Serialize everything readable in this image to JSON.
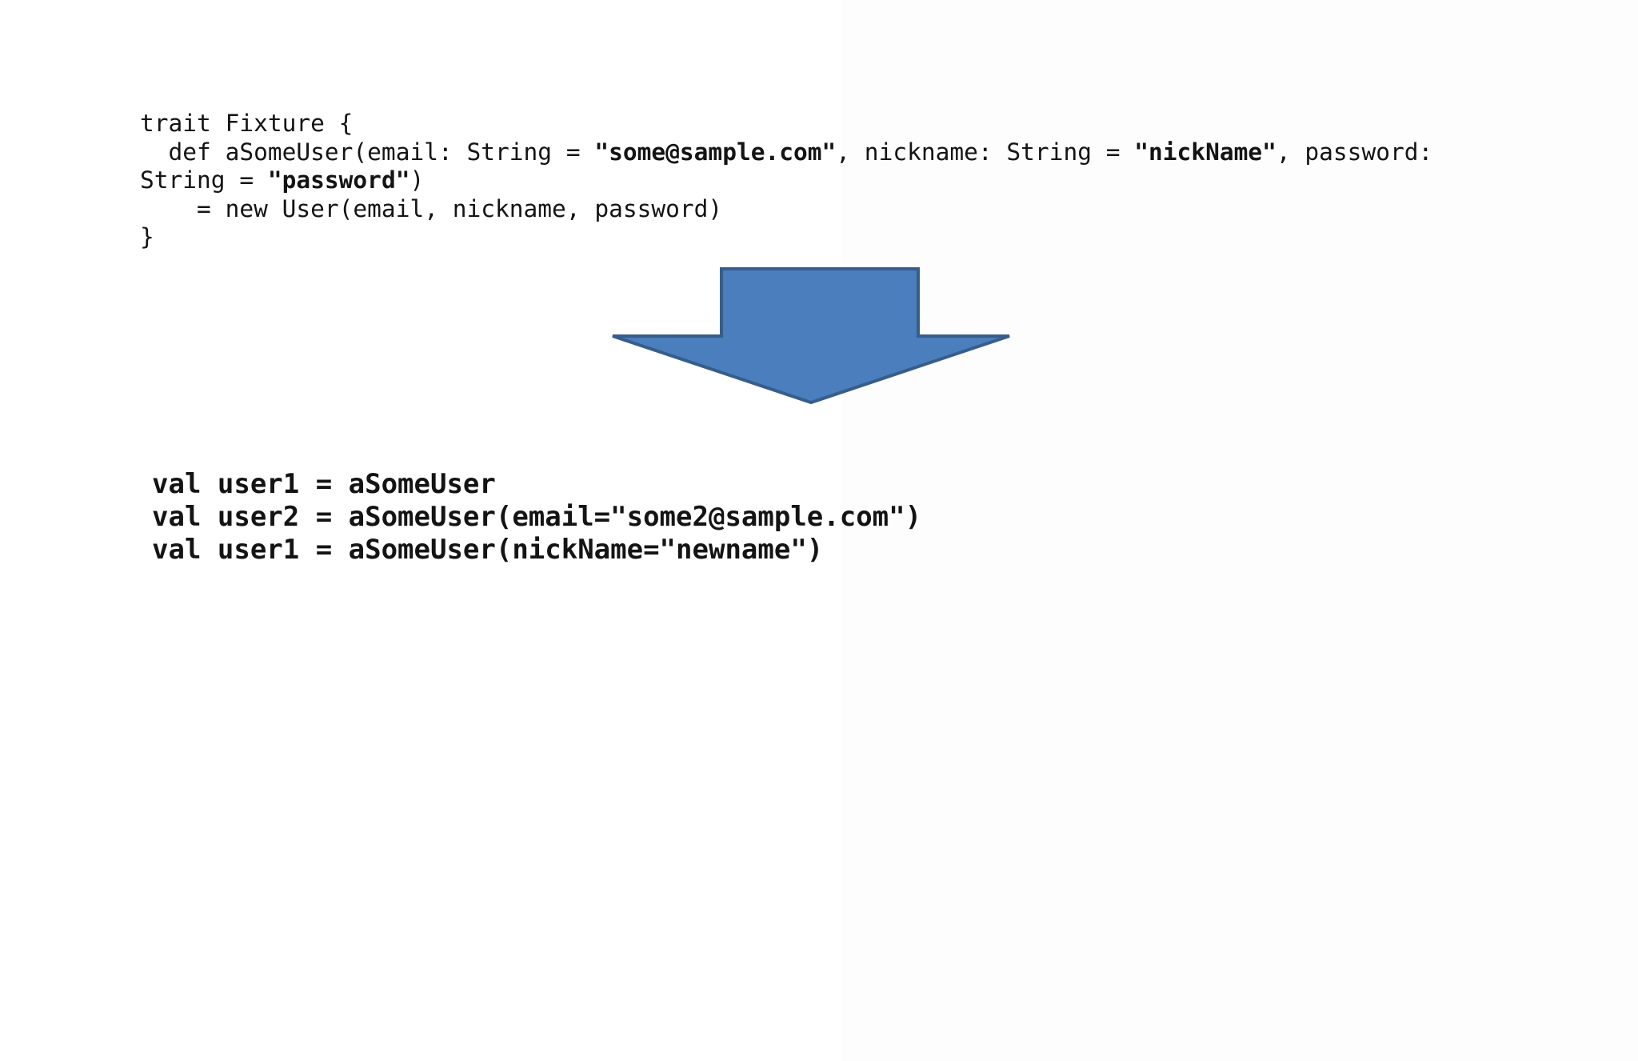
{
  "page": {
    "background_color": "#ffffff",
    "right_shade_color": "#fdfdfe"
  },
  "code_block_1": {
    "language": "scala",
    "segments": [
      {
        "text": "trait Fixture {\n  def aSomeUser(email: String = ",
        "bold": false
      },
      {
        "text": "\"some@sample.com\"",
        "bold": true
      },
      {
        "text": ", nickname: String = ",
        "bold": false
      },
      {
        "text": "\"nickName\"",
        "bold": true
      },
      {
        "text": ", password:\nString = ",
        "bold": false
      },
      {
        "text": "\"password\"",
        "bold": true
      },
      {
        "text": ")\n    = new User(email, nickname, password)\n}",
        "bold": false
      }
    ],
    "full_text": "trait Fixture {\n  def aSomeUser(email: String = \"some@sample.com\", nickname: String = \"nickName\", password:\nString = \"password\")\n    = new User(email, nickname, password)\n}"
  },
  "arrow": {
    "direction": "down",
    "fill": "#4a7ebc",
    "stroke": "#385d8a",
    "stroke_width": 4
  },
  "code_block_2": {
    "language": "scala",
    "lines": [
      "val user1 = aSomeUser",
      "val user2 = aSomeUser(email=\"some2@sample.com\")",
      "val user1 = aSomeUser(nickName=\"newname\")"
    ]
  }
}
